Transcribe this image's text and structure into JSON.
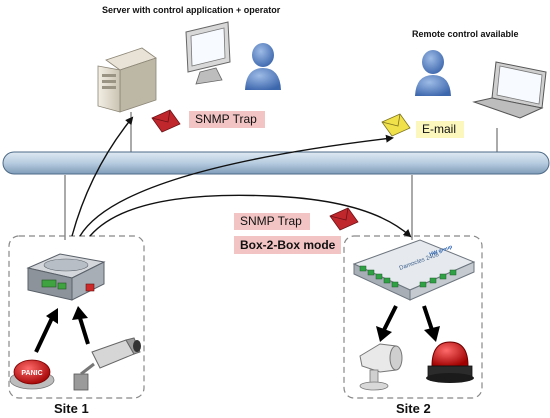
{
  "header": {
    "server_caption": "Server with control application + operator",
    "remote_caption": "Remote control available"
  },
  "messages": {
    "snmp_trap_top": "SNMP Trap",
    "email": "E-mail",
    "snmp_trap_site2": "SNMP Trap",
    "mode": "Box-2-Box mode"
  },
  "sites": {
    "site1": "Site 1",
    "site2": "Site 2"
  },
  "devices": {
    "panic_button_text": "PANIC",
    "io_box_brand": "HW group",
    "io_box_model": "Damocles 2408"
  },
  "colors": {
    "network_bar": "#b7cce0",
    "label_pink": "#f2c4c4",
    "label_yellow": "#fbf7bd",
    "person_blue": "#5b86c9",
    "alarm_red": "#cc1111"
  }
}
